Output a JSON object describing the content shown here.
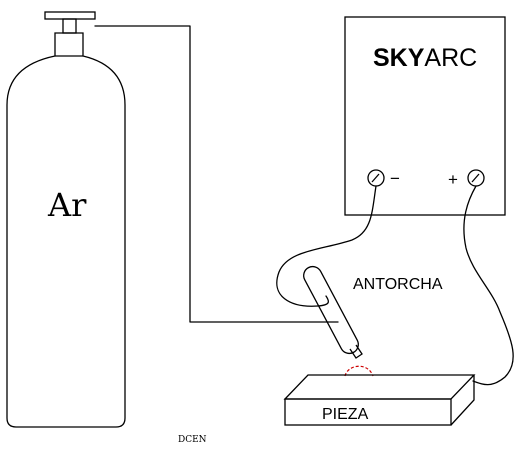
{
  "cylinder": {
    "label": "Ar"
  },
  "machine": {
    "brand_bold": "SKY",
    "brand_regular": "ARC",
    "minus_sign": "−",
    "plus_sign": "+"
  },
  "torch": {
    "label": "ANTORCHA"
  },
  "workpiece": {
    "label": "PIEZA"
  },
  "caption": "DCEN",
  "colors": {
    "line": "#000000",
    "arc": "#cc0000",
    "background": "#ffffff"
  }
}
